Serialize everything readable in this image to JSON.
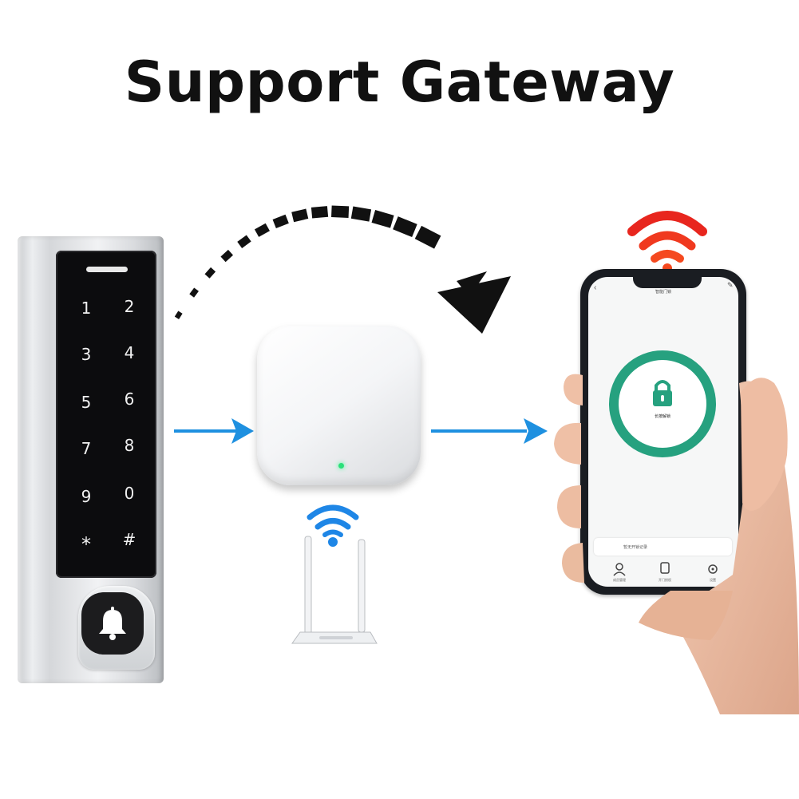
{
  "title": "Support Gateway",
  "colors": {
    "arrow_blue": "#1e90e0",
    "dash_black": "#111111",
    "wifi_red": "#e8261e",
    "wifi_orange": "#f5491f",
    "wifi_blue": "#1e86e6",
    "app_green": "#26a17f",
    "gateway_led": "#2be07a"
  },
  "keypad": {
    "keys": [
      "1",
      "2",
      "3",
      "4",
      "5",
      "6",
      "7",
      "8",
      "9",
      "0",
      "*",
      "#"
    ],
    "button_icon": "bell-icon"
  },
  "gateway": {
    "led": "green-led"
  },
  "router": {
    "icon": "wifi-router-icon",
    "signal_icon": "wifi-signal-icon"
  },
  "phone": {
    "signal_icon": "wifi-signal-icon",
    "app": {
      "title": "智能门锁",
      "unlock_label": "长按解锁",
      "unlock_icon": "padlock-icon",
      "record_label": "暂无开锁记录",
      "nav": [
        "成员管理",
        "开门授权",
        "设置"
      ]
    }
  }
}
